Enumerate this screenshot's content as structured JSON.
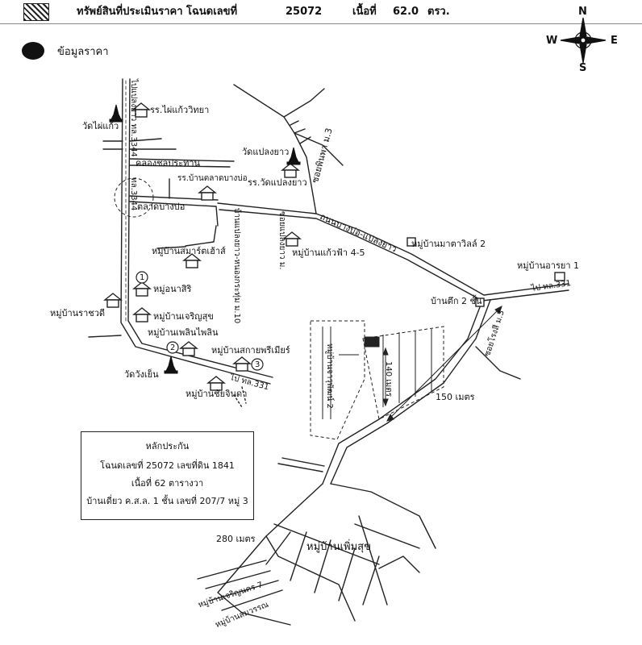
{
  "header": {
    "label": "ทรัพย์สินที่ประเมินราคา โฉนดเลขที่",
    "deed_no": "25072",
    "area_label": "เนื้อที่",
    "area_value": "62.0",
    "area_unit": "ตรว."
  },
  "legend": {
    "price_info": "ข้อมูลราคา"
  },
  "compass": {
    "n": "N",
    "s": "S",
    "e": "E",
    "w": "W"
  },
  "collateral": {
    "title": "หลักประกัน",
    "line1": "โฉนดเลขที่ 25072 เลขที่ดิน 1841",
    "line2": "เนื้อที่ 62 ตารางวา",
    "line3": "บ้านเดี่ยว ค.ส.ล. 1 ชั้น เลขที่ 207/7 หมู่ 3"
  },
  "labels": {
    "rr_phaikaew": "รร.ไผ่แก้ววิทยา",
    "wat_phaikaew": "วัดไผ่แก้ว",
    "khlong": "คลองชลประทาน",
    "rr_talat": "รร.บ้านตลาดบางบ่อ",
    "rr_wat_plaeng": "รร.วัดแปลงยาว",
    "wat_plaeng": "วัดแปลงยาว",
    "talat_bangbo": "ตลาดบางบ่อ",
    "soi_phinpha": "ซอยพินพา ม.3",
    "highway": "ถนนบางบ่อ-แปลงยาว",
    "road_3344": "ทล.3344",
    "road_left_vert": "ไปแปลงยาว ทล.3344",
    "road_nongkhok": "บ้านแปลงยาว-หนองกระทุ่ม ม.10",
    "road_small": "ซอยแปลงยาว ม.",
    "mu_mata": "หมู่บ้านมาตาวิลล์ 2",
    "mu_smart": "หมู่บ้านสมาร์ตเฮ้าส์",
    "mu_kaewfa": "หมู่บ้านแก้วฟ้า 4-5",
    "mu_arya": "หมู่บ้านอารยา 1",
    "road_to_331": "ไป ทล.331",
    "mu_anasiri": "หมู่อนาสิริ",
    "mu_rachawadee": "หมู่บ้านราชวดี",
    "mu_charoensuk": "หมู่บ้านเจริญสุข",
    "ban_tuk": "บ้านตึก 2 ชั้น",
    "mu_phloen": "หมู่บ้านเพลินไพลิน",
    "mu_sakai": "หมู่บ้านสกายพรีเมียร์",
    "soi_right": "ซอยโรงสี ม.3",
    "wat_wangyen": "วัดวังเย็น",
    "road_331": "ไป ทล.331",
    "mu_chaijinda": "หมู่บ้านชัยจินดา",
    "soi_prop": "หมู่บ้านจารุพัฒน์ 2",
    "dist_140": "140 เมตร",
    "dist_150": "150 เมตร",
    "dist_280": "280 เมตร",
    "mu_phoemsuk": "หมู่บ้านเพิ่มสุข",
    "mu_charoennakhon": "หมู่บ้านเจริญนคร 7",
    "mu_somwan": "หมู่บ้านสมวรรณ"
  },
  "markers": {
    "m1": "1",
    "m2": "2",
    "m3": "3"
  }
}
